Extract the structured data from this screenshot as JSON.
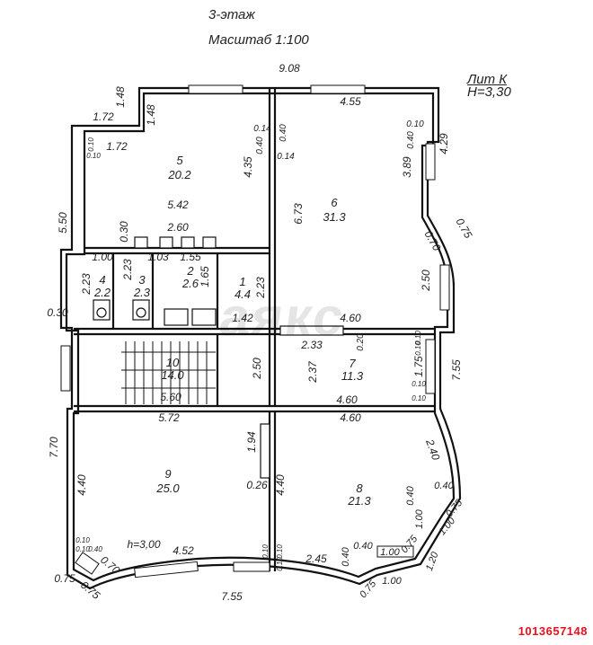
{
  "header": {
    "floor": "3-этаж",
    "scale": "Масштаб 1:100",
    "lit": "Лит К",
    "height": "Н=3,30"
  },
  "rooms": [
    {
      "id": "5",
      "area": "20.2"
    },
    {
      "id": "6",
      "area": "31.3"
    },
    {
      "id": "1",
      "area": "4.4"
    },
    {
      "id": "2",
      "area": "2.6"
    },
    {
      "id": "3",
      "area": "2.3"
    },
    {
      "id": "4",
      "area": "2.2"
    },
    {
      "id": "7",
      "area": "11.3"
    },
    {
      "id": "10",
      "area": "14.0"
    },
    {
      "id": "9",
      "area": "25.0"
    },
    {
      "id": "8",
      "area": "21.3"
    }
  ],
  "dimensions": {
    "d908": "9.08",
    "d455": "4.55",
    "d172a": "1.72",
    "d148a": "1.48",
    "d148b": "1.48",
    "d172b": "1.72",
    "d010a": "0.10",
    "d010b": "0.10",
    "d014a": "0.14",
    "d040a": "0.40",
    "d040b": "0.40",
    "d014b": "0.14",
    "d010c": "0.10",
    "d040c": "0.40",
    "d429": "4.29",
    "d435": "4.35",
    "d389": "3.89",
    "d550": "5.50",
    "d542": "5.42",
    "d673": "6.73",
    "d030a": "0.30",
    "d260": "2.60",
    "d075a": "0.75",
    "d070a": "0.70",
    "d100": "1.00",
    "d223a": "2.23",
    "d103": "1.03",
    "d155": "1.55",
    "d165": "1.65",
    "d223b": "2.23",
    "d223c": "2.23",
    "d250a": "2.50",
    "d030b": "0.30",
    "d142": "1.42",
    "d460a": "4.60",
    "d233": "2.33",
    "d020": "0.20",
    "d010d": "0.10",
    "d010e": "0.10",
    "d250b": "2.50",
    "d237": "2.37",
    "d175": "1.75",
    "d755a": "7.55",
    "d560": "5.60",
    "d460b": "4.60",
    "d010f": "0.10",
    "d010g": "0.10",
    "d572": "5.72",
    "d460c": "4.60",
    "d770": "7.70",
    "d194": "1.94",
    "d240": "2.40",
    "d440a": "4.40",
    "d440b": "4.40",
    "d026": "0.26",
    "d040d": "0.40",
    "d040e": "0.40",
    "d100b": "1.00",
    "d075b": "0.75",
    "d100c": "1.00",
    "d010h": "0.10",
    "d010i": "0.10",
    "d040f": "0.40",
    "d070b": "0.70",
    "d300": "h=3,00",
    "d452": "4.52",
    "d010j": "0.10",
    "d010k": "0.10",
    "d010l": "0.10",
    "d245": "2.45",
    "d040g": "0.40",
    "d040h": "0.40",
    "d100d": "1.00",
    "d120": "1.20",
    "d075c": "0.75",
    "d075d": "0.75",
    "d075e": "0.75",
    "d100e": "1.00",
    "d755b": "7.55"
  },
  "watermark": "аякс",
  "listing_id": "1013657148"
}
